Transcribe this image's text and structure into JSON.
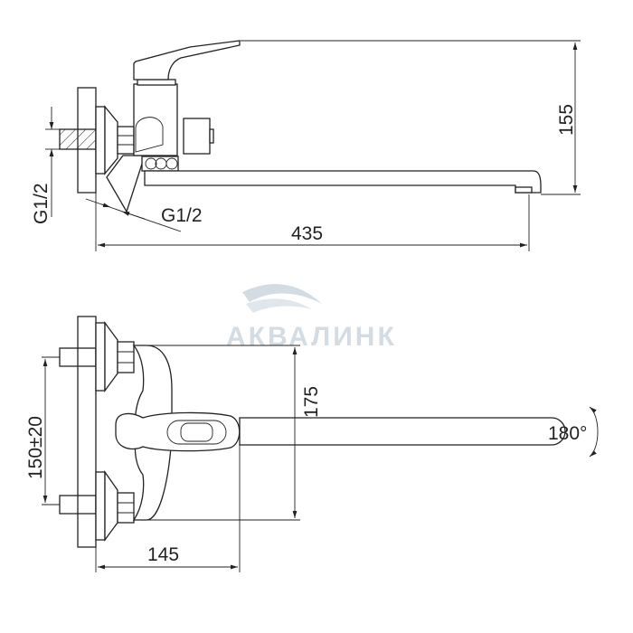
{
  "watermark": {
    "brand": "АКВАЛИНК",
    "color": "#d3dce3"
  },
  "side_view": {
    "dim_height": "155",
    "dim_length": "435",
    "dim_inlet_thread": "G1/2",
    "dim_outlet_thread": "G1/2"
  },
  "top_view": {
    "dim_height": "175",
    "dim_depth": "145",
    "dim_centers": "150±20",
    "rotation": "180°"
  }
}
